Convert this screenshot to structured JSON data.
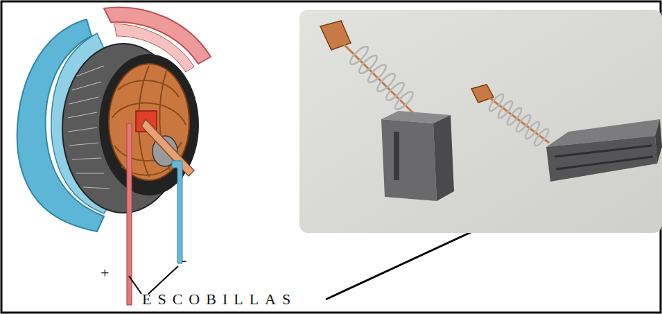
{
  "diagram": {
    "labels": [
      "+",
      "-",
      "ESCOBILLAS"
    ]
  }
}
